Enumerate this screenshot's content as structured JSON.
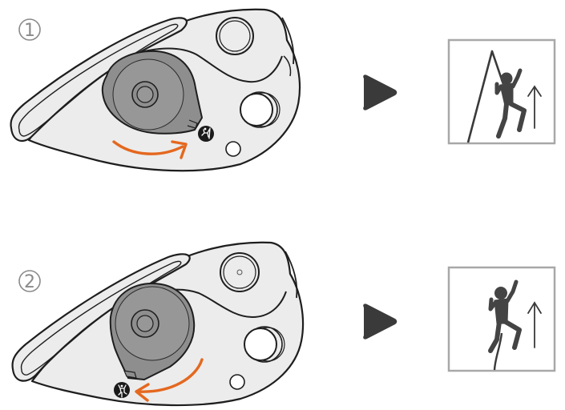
{
  "colors": {
    "background": "#ffffff",
    "device_body": "#ececec",
    "outline": "#1e1e1e",
    "cam_fill": "#8e8e8e",
    "cam_inner": "#979797",
    "arrow_orange": "#e4681f",
    "play_triangle": "#3a3a3a",
    "pictogram_frame": "#a8a8a8",
    "pictogram_figure": "#444444",
    "step_number": "#8a8a8a"
  },
  "steps": [
    {
      "number": "1",
      "cam_position": "climbing-mode",
      "rotation_arrow_direction": "clockwise-right",
      "badge_icon": "climber-with-rope-icon",
      "result_pictogram": "top-rope-climber-ascending-icon",
      "direction_arrow": "up-arrow-icon"
    },
    {
      "number": "2",
      "cam_position": "lead-mode",
      "rotation_arrow_direction": "counterclockwise-left",
      "badge_icon": "lead-climber-icon",
      "result_pictogram": "lead-climber-ascending-icon",
      "direction_arrow": "up-arrow-icon"
    }
  ]
}
